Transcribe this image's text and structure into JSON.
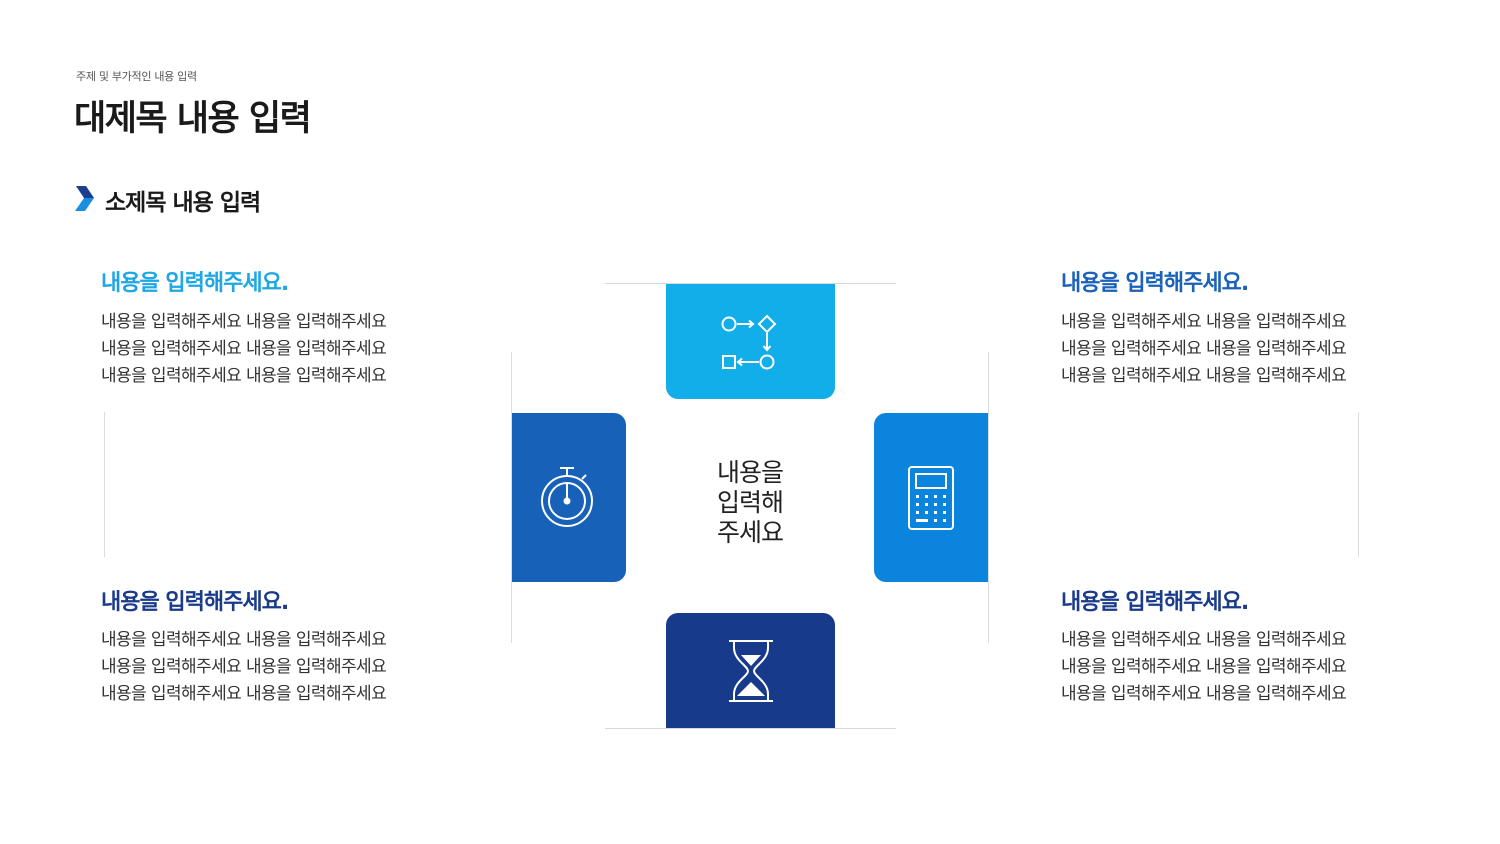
{
  "header": {
    "subtitle": "주제 및 부가적인 내용 입력",
    "title": "대제목 내용 입력",
    "section_title": "소제목 내용 입력"
  },
  "blocks": [
    {
      "heading": "내용을 입력해주세요.",
      "lines": [
        "내용을 입력해주세요 내용을 입력해주세요",
        "내용을 입력해주세요 내용을 입력해주세요",
        "내용을 입력해주세요 내용을 입력해주세요"
      ],
      "color": "#1ea7e4"
    },
    {
      "heading": "내용을 입력해주세요.",
      "lines": [
        "내용을 입력해주세요 내용을 입력해주세요",
        "내용을 입력해주세요 내용을 입력해주세요",
        "내용을 입력해주세요 내용을 입력해주세요"
      ],
      "color": "#1a62b8"
    },
    {
      "heading": "내용을 입력해주세요.",
      "lines": [
        "내용을 입력해주세요 내용을 입력해주세요",
        "내용을 입력해주세요 내용을 입력해주세요",
        "내용을 입력해주세요 내용을 입력해주세요"
      ],
      "color": "#1a3a8a"
    },
    {
      "heading": "내용을 입력해주세요.",
      "lines": [
        "내용을 입력해주세요 내용을 입력해주세요",
        "내용을 입력해주세요 내용을 입력해주세요",
        "내용을 입력해주세요 내용을 입력해주세요"
      ],
      "color": "#1a3a8a"
    }
  ],
  "center": {
    "lines": [
      "내용을",
      "입력해",
      "주세요"
    ]
  },
  "tiles": {
    "top": {
      "icon": "flowchart-icon",
      "color": "#12aeea"
    },
    "left": {
      "icon": "stopwatch-icon",
      "color": "#1761b8"
    },
    "right": {
      "icon": "calculator-icon",
      "color": "#0b84dd"
    },
    "bottom": {
      "icon": "hourglass-icon",
      "color": "#173a8b"
    }
  }
}
